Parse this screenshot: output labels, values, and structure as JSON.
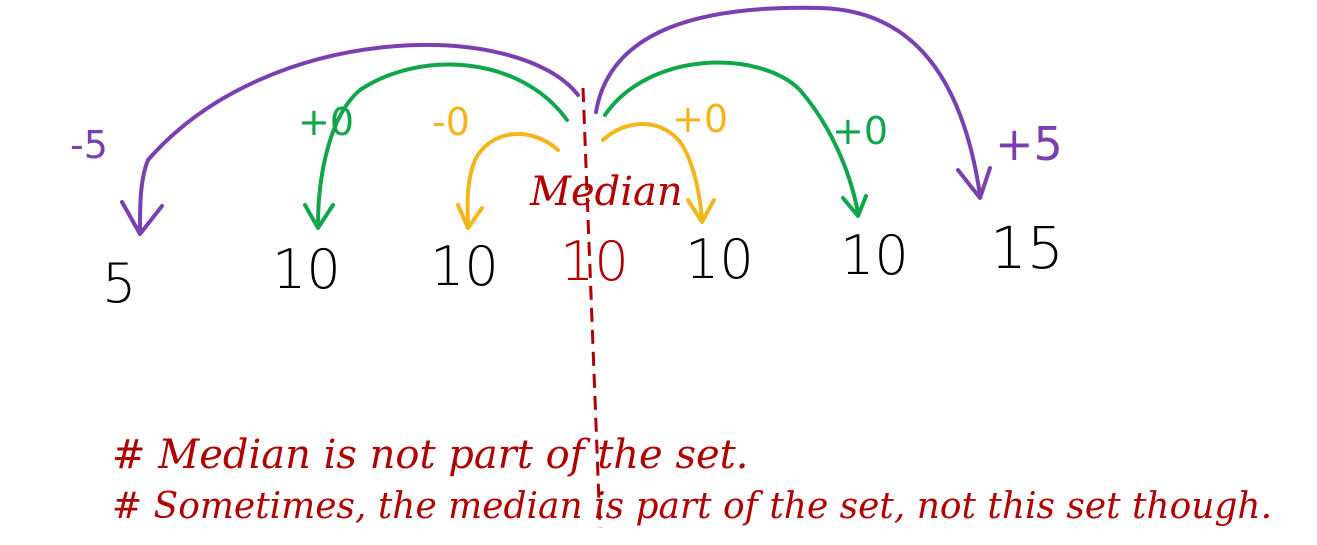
{
  "colors": {
    "purple": "#7a3fb0",
    "green": "#11a64a",
    "yellow": "#f3b51c",
    "red": "#b00000",
    "black": "#000000"
  },
  "numbers": [
    "5",
    "10",
    "10",
    "10",
    "10",
    "10",
    "15"
  ],
  "deviations": {
    "outer_left": "-5",
    "mid_left": "+0",
    "inner_left": "-0",
    "inner_right": "+0",
    "mid_right": "+0",
    "outer_right": "+5"
  },
  "median_label": "Median",
  "notes": [
    "# Median is not part of the set.",
    "# Sometimes, the median is part of the set, not this set though."
  ]
}
